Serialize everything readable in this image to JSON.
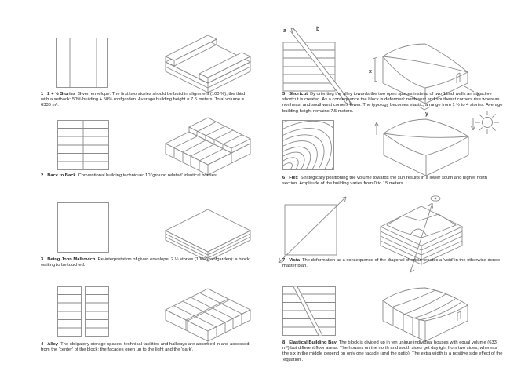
{
  "document": {
    "kind": "architectural typology diagram sheet",
    "background_color": "#ffffff",
    "line_color": "#8a8a8a",
    "text_color": "#1f1f1f"
  },
  "figures": [
    {
      "number": "1",
      "title": "2 + ½ Stories",
      "text": "Given envelope: The first two stories should be build in alignment (100 %), the third with a setback: 50% building + 50% roofgarden. Average building height = 7.5 meters. Total volume = 6336 m³.",
      "plan_icon": "plan-square-three-vertical-strips",
      "axon_icon": "axon-slab-with-two-roof-bars"
    },
    {
      "number": "2",
      "title": "Back to Back",
      "text": "Conventional building technique: 10 'ground related' identical houses.",
      "plan_icon": "plan-grid-two-columns-rows",
      "axon_icon": "axon-stepped-row-houses"
    },
    {
      "number": "3",
      "title": "Being John Malkovich",
      "text": "Re-interpretation of given envelope: 2 ½ stories (100% roofgarden): a block waiting to be touched.",
      "plan_icon": "plan-empty-square",
      "axon_icon": "axon-flat-layered-slab"
    },
    {
      "number": "4",
      "title": "Alley",
      "text": "The obligatory storage spaces, technical facilities and hallways are absorbed in and accessed from the 'center' of the block: the facades open up to the light and the 'park'.",
      "plan_icon": "plan-two-bars-with-rows",
      "axon_icon": "axon-slab-with-center-alley"
    },
    {
      "number": "5",
      "title": "Shortcut",
      "text": "By orienting the alley towards the two open spaces instead of two 'blind' walls an attractive shortcut is created. As a consequence the block is deformed: northwest and southeast corners rise whereas northeast and southwest corners lower. The typology becomes elastic, a range from 1 ½ to 4 stories. Average building height remains 7.5 meters.",
      "plan_icon": "plan-rows-with-diagonal-shortcut-arrow",
      "axon_icon": "axon-saddle-deformed-block",
      "labels": {
        "plan_a": "a",
        "plan_b": "b",
        "axon_x": "x",
        "axon_y": "y",
        "axon_a": "a"
      }
    },
    {
      "number": "6",
      "title": "Flex",
      "text": "Strategically positioning the volume towards the sun results in a lower south and higher north section. Amplitude of the building varies from 0 to 15 meters.",
      "plan_icon": "plan-contour-lines",
      "axon_icon": "axon-flex-block-with-sun"
    },
    {
      "number": "7",
      "title": "Vista",
      "text": "The deformation as a consequence of the diagonal shortcut creates a 'void' in the otherwise dense master plan.",
      "plan_icon": "plan-diagonal-vista-arrow",
      "axon_icon": "axon-valley-block-with-eye"
    },
    {
      "number": "8",
      "title": "Elastical Building Bay",
      "text": "The block is divided up in ten unique individual houses with equal volume (633 m³) but different floor areas. The houses on the north and south sides get daylight from two sides, whereas the six in the middle depend on only one facade (and the patio). The extra width is a positive side effect of the 'equation'.",
      "plan_icon": "plan-rows-with-diagonal-alley",
      "axon_icon": "axon-wavy-bay-block"
    }
  ]
}
